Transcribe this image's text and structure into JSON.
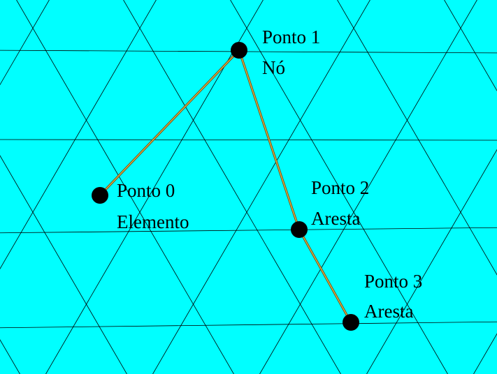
{
  "colors": {
    "background": "#00FFFF",
    "grid_line": "#000000",
    "path_outer": "#7A4A12",
    "path_inner": "#E6C24A",
    "point": "#000000"
  },
  "points": [
    {
      "name": "Ponto 0",
      "kind": "Elemento"
    },
    {
      "name": "Ponto 1",
      "kind": "Nó"
    },
    {
      "name": "Ponto 2",
      "kind": "Aresta"
    },
    {
      "name": "Ponto 3",
      "kind": "Aresta"
    }
  ],
  "path_order": [
    0,
    1,
    2,
    3
  ]
}
